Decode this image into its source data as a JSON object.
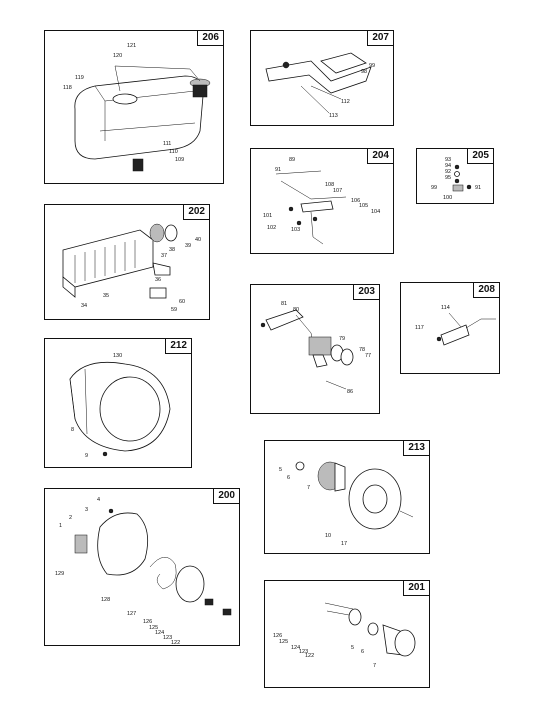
{
  "panels": {
    "p206": {
      "id": "206",
      "parts": [
        "121",
        "120",
        "119",
        "118",
        "111",
        "110",
        "109"
      ]
    },
    "p207": {
      "id": "207",
      "parts": [
        "98",
        "99",
        "112",
        "113"
      ]
    },
    "p204": {
      "id": "204",
      "parts": [
        "89",
        "91",
        "108",
        "107",
        "106",
        "105",
        "104",
        "101",
        "102",
        "103"
      ]
    },
    "p205": {
      "id": "205",
      "parts": [
        "93",
        "94",
        "92",
        "95",
        "91",
        "99",
        "100"
      ]
    },
    "p202": {
      "id": "202",
      "parts": [
        "40",
        "39",
        "38",
        "37",
        "36",
        "35",
        "34",
        "60",
        "59"
      ]
    },
    "p203": {
      "id": "203",
      "parts": [
        "81",
        "80",
        "79",
        "78",
        "77",
        "86"
      ]
    },
    "p208": {
      "id": "208",
      "parts": [
        "114",
        "117"
      ]
    },
    "p212": {
      "id": "212",
      "parts": [
        "130",
        "8",
        "9"
      ]
    },
    "p213": {
      "id": "213",
      "parts": [
        "5",
        "6",
        "7",
        "10",
        "17"
      ]
    },
    "p200": {
      "id": "200",
      "parts": [
        "4",
        "3",
        "2",
        "1",
        "129",
        "128",
        "127",
        "126",
        "125",
        "124",
        "123",
        "122"
      ]
    },
    "p201": {
      "id": "201",
      "parts": [
        "126",
        "125",
        "124",
        "123",
        "122",
        "5",
        "6",
        "7"
      ]
    }
  }
}
